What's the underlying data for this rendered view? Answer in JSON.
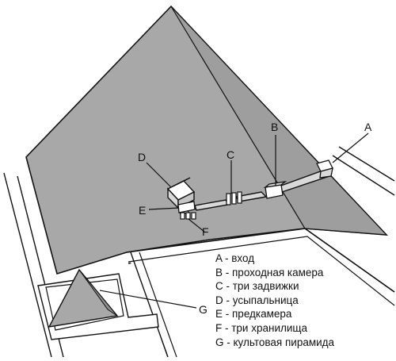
{
  "diagram": {
    "colors": {
      "pyramid_face": "#a8a8a8",
      "ground": "#ffffff",
      "line": "#111111",
      "chamber": "#d9d9d9"
    },
    "callouts": {
      "A": "A",
      "B": "B",
      "C": "C",
      "D": "D",
      "E": "E",
      "F": "F",
      "G": "G"
    },
    "legend": [
      "A - вход",
      "B - проходная камера",
      "C - три задвижки",
      "D - усыпальница",
      "E - предкамера",
      "F - три хранилища",
      "G - культовая пирамида"
    ]
  }
}
